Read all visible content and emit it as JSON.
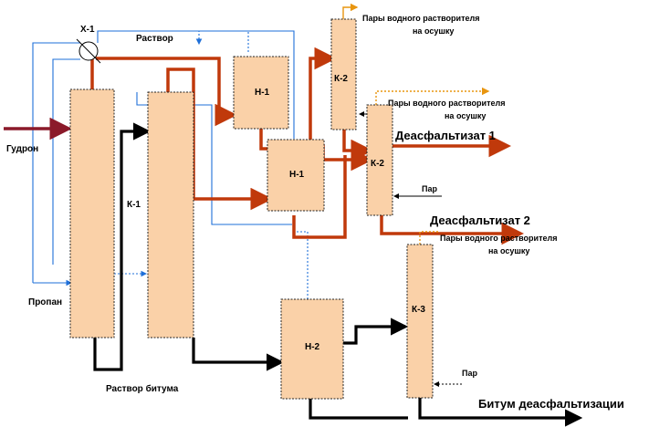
{
  "colors": {
    "hot_stream": "#C0390B",
    "feed_stream": "#8B1A2A",
    "cold_stream": "#1E6FD9",
    "dark_stream": "#000000",
    "vapor_stream": "#E8950F",
    "vessel_fill": "#FAD1A8"
  },
  "equipment": {
    "x1": "Х-1",
    "k1": "К-1",
    "n1_top": "Н-1",
    "n1_mid": "Н-1",
    "k2_top": "К-2",
    "k2_mid": "К-2",
    "n2": "Н-2",
    "k3": "К-3"
  },
  "streams": {
    "rastvor": "Раствор",
    "gudron": "Гудрон",
    "propan": "Пропан",
    "rastvor_bituma": "Раствор битума",
    "vapors_1_line1": "Пары водного растворителя",
    "vapors_1_line2": "на осушку",
    "vapors_2_line1": "Пары водного растворителя",
    "vapors_2_line2": "на осушку",
    "vapors_3_line1": "Пары водного растворителя",
    "vapors_3_line2": "на осушку",
    "deasphaltizate_1": "Деасфальтизат 1",
    "deasphaltizate_2": "Деасфальтизат 2",
    "steam_1": "Пар",
    "steam_2": "Пар",
    "bitumen": "Битум деасфальтизации"
  }
}
